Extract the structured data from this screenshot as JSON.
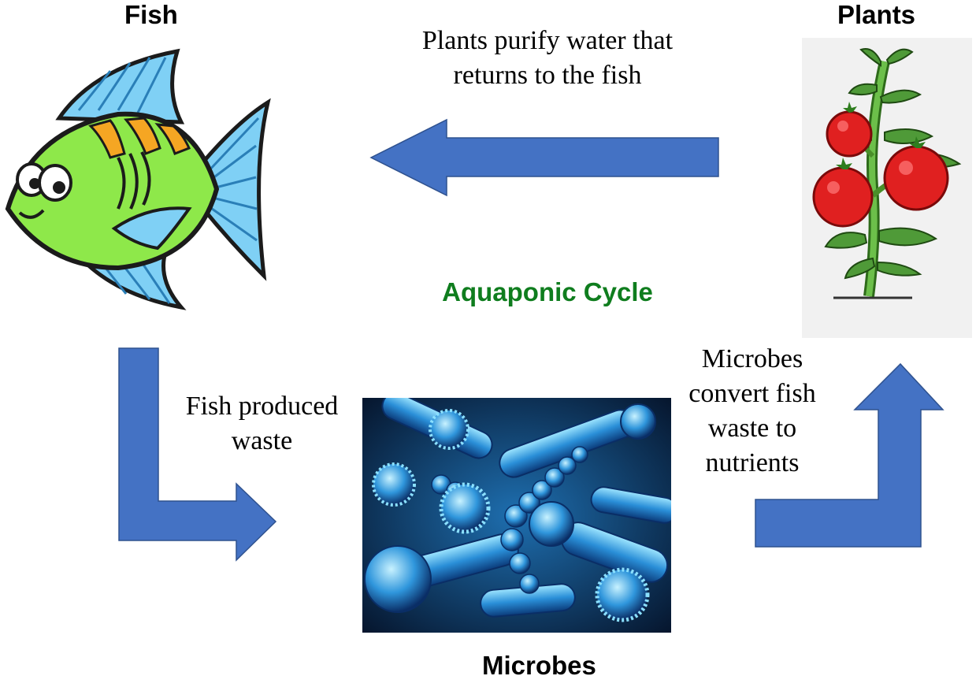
{
  "nodes": {
    "fish": "Fish",
    "plants": "Plants",
    "microbes": "Microbes"
  },
  "center_title": "Aquaponic Cycle",
  "edges": {
    "plants_to_fish": [
      "Plants purify water that",
      "returns to the fish"
    ],
    "fish_to_microbes": [
      "Fish produced",
      "waste"
    ],
    "microbes_to_plants": [
      "Microbes",
      "convert fish",
      "waste to",
      "nutrients"
    ]
  },
  "colors": {
    "arrow_fill": "#4472c4",
    "arrow_stroke": "#2f528f",
    "title_green": "#0f7d1e",
    "fish_body": "#8ee84a",
    "fin_blue": "#7fd0f5",
    "tomato_red": "#e02020",
    "microbe_blue": "#2a8fd8"
  },
  "icons": [
    "fish-illustration",
    "tomato-plant-illustration",
    "microbes-photo"
  ]
}
